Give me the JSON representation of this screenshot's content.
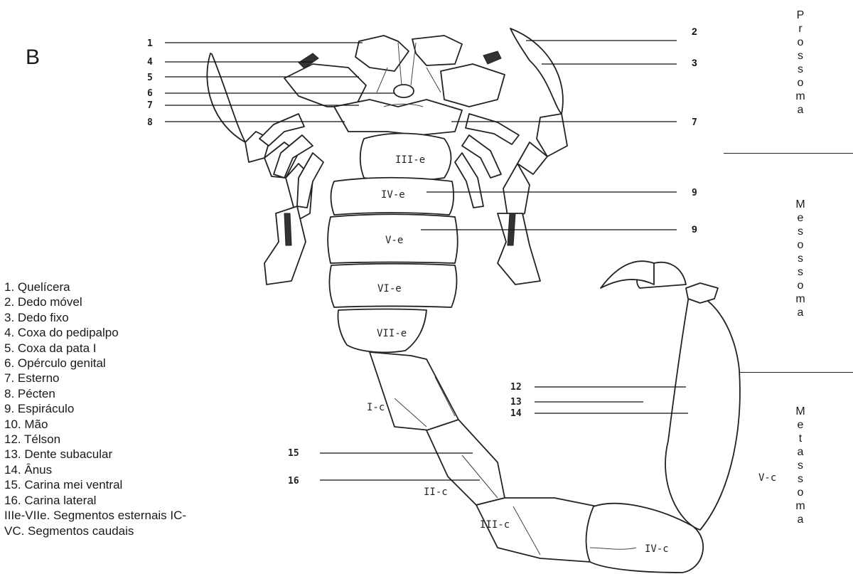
{
  "panel_letter": "B",
  "legend": [
    "1. Quelícera",
    "2. Dedo móvel",
    "3. Dedo fixo",
    "4. Coxa do pedipalpo",
    "5. Coxa da pata I",
    "6. Opérculo genital",
    "7. Esterno",
    "8. Pécten",
    "9. Espiráculo",
    "10. Mão",
    "12. Télson",
    "13. Dente subacular",
    "14. Ânus",
    "15. Carina mei ventral",
    "16. Carina lateral",
    "IIIe-VIIe. Segmentos esternais IC-",
    "VC. Segmentos caudais"
  ],
  "regions": {
    "prossoma": "Prossoma",
    "mesossoma": "Mesossoma",
    "metassoma": "Metassoma"
  },
  "segments": {
    "IIIe": "III-e",
    "IVe": "IV-e",
    "Ve": "V-e",
    "VIe": "VI-e",
    "VIIe": "VII-e",
    "Ic": "I-c",
    "IIc": "II-c",
    "IIIc": "III-c",
    "IVc": "IV-c",
    "Vc": "V-c"
  },
  "left_numbers": {
    "n1": "1",
    "n4": "4",
    "n5": "5",
    "n6": "6",
    "n7": "7",
    "n8": "8",
    "n12": "12",
    "n13": "13",
    "n14": "14",
    "n15": "15",
    "n16": "16"
  },
  "right_numbers": {
    "n2": "2",
    "n3": "3",
    "n7": "7",
    "n9a": "9",
    "n9b": "9"
  }
}
